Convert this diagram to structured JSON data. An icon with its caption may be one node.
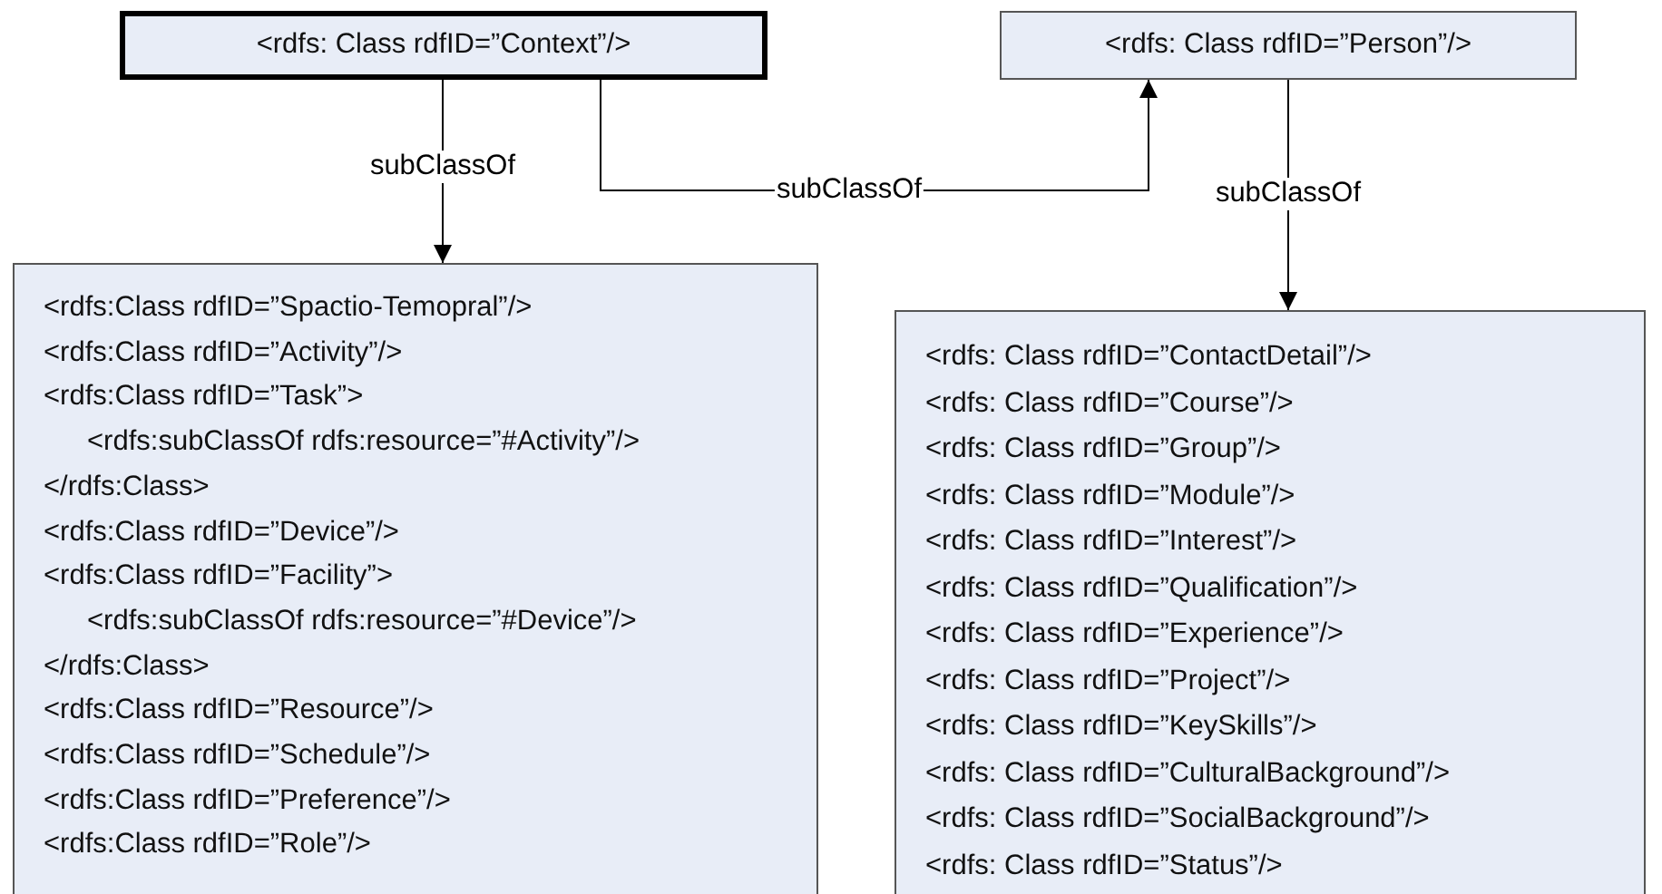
{
  "diagram": {
    "nodes": [
      {
        "text": [
          "<rdfs: Class rdfID=”Context”/>"
        ]
      },
      {
        "text": [
          "<rdfs: Class rdfID=”Person”/>"
        ]
      },
      {
        "text": [
          "<rdfs:Class rdfID=”Spactio-Temopral”/>",
          "<rdfs:Class rdfID=”Activity”/>",
          "<rdfs:Class rdfID=”Task”>",
          "<rdfs:subClassOf rdfs:resource=”#Activity”/>",
          "</rdfs:Class>",
          "<rdfs:Class rdfID=”Device”/>",
          "<rdfs:Class rdfID=”Facility”>",
          "<rdfs:subClassOf rdfs:resource=”#Device”/>",
          "</rdfs:Class>",
          "<rdfs:Class rdfID=”Resource”/>",
          "<rdfs:Class rdfID=”Schedule”/>",
          "<rdfs:Class rdfID=”Preference”/>",
          "<rdfs:Class rdfID=”Role”/>"
        ]
      },
      {
        "text": [
          "<rdfs: Class rdfID=”ContactDetail”/>",
          "<rdfs: Class rdfID=”Course”/>",
          "<rdfs: Class rdfID=”Group”/>",
          "<rdfs: Class rdfID=”Module”/>",
          "<rdfs: Class rdfID=”Interest”/>",
          "<rdfs: Class rdfID=”Qualification”/>",
          "<rdfs: Class rdfID=”Experience”/>",
          "<rdfs: Class rdfID=”Project”/>",
          "<rdfs: Class rdfID=”KeySkills”/>",
          "<rdfs: Class rdfID=”CulturalBackground”/>",
          "<rdfs: Class rdfID=”SocialBackground”/>",
          "<rdfs: Class rdfID=”Status”/>"
        ]
      }
    ],
    "edges": [
      {
        "from": 0,
        "to": 2,
        "arrow": "to",
        "label": "subClassOf"
      },
      {
        "from": 0,
        "to": 1,
        "arrow": "to",
        "label": "subClassOf"
      },
      {
        "from": 1,
        "to": 3,
        "arrow": "to",
        "label": "subClassOf"
      }
    ]
  }
}
